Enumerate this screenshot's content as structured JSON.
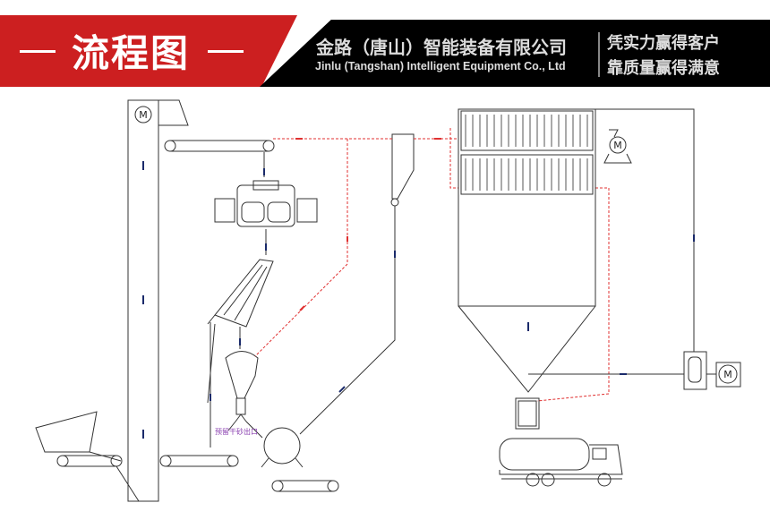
{
  "header": {
    "title": "流程图",
    "company_cn": "金路（唐山）智能装备有限公司",
    "company_en": "Jinlu (Tangshan) Intelligent Equipment Co., Ltd",
    "slogan_1": "凭实力赢得客户",
    "slogan_2": "靠质量赢得满意",
    "colors": {
      "red": "#cc1f20",
      "black": "#000000"
    }
  },
  "diagram": {
    "motor_label": "M",
    "dry_sand_outlet_label": "预留干砂出口",
    "colors": {
      "line": "#333333",
      "dust_flow": "#e03030",
      "material_flow": "#1a2a6a"
    }
  }
}
